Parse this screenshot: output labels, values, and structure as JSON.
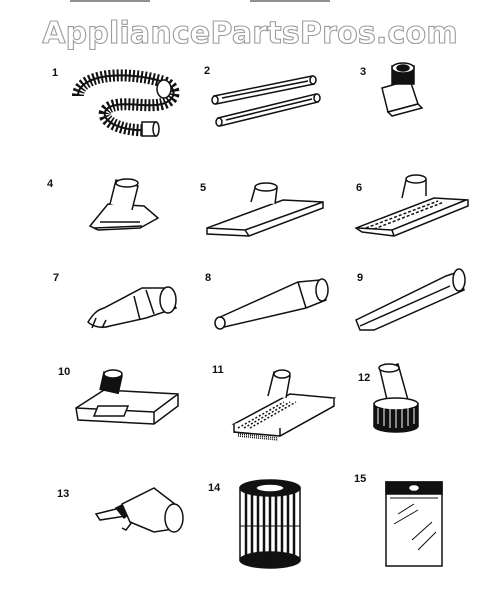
{
  "watermark": "AppliancePartsPros.com",
  "parts": [
    {
      "number": "1",
      "icon": "hose-icon"
    },
    {
      "number": "2",
      "icon": "extension-wands-icon"
    },
    {
      "number": "3",
      "icon": "adapter-icon"
    },
    {
      "number": "4",
      "icon": "utility-nozzle-icon"
    },
    {
      "number": "5",
      "icon": "floor-squeegee-nozzle-icon"
    },
    {
      "number": "6",
      "icon": "wide-floor-nozzle-icon"
    },
    {
      "number": "7",
      "icon": "claw-nozzle-icon"
    },
    {
      "number": "8",
      "icon": "concentrator-nozzle-icon"
    },
    {
      "number": "9",
      "icon": "crevice-tool-icon"
    },
    {
      "number": "10",
      "icon": "carpet-nozzle-icon"
    },
    {
      "number": "11",
      "icon": "floor-brush-icon"
    },
    {
      "number": "12",
      "icon": "dusting-brush-icon"
    },
    {
      "number": "13",
      "icon": "tapered-nozzle-icon"
    },
    {
      "number": "14",
      "icon": "cartridge-filter-icon"
    },
    {
      "number": "15",
      "icon": "filter-bag-icon"
    }
  ]
}
